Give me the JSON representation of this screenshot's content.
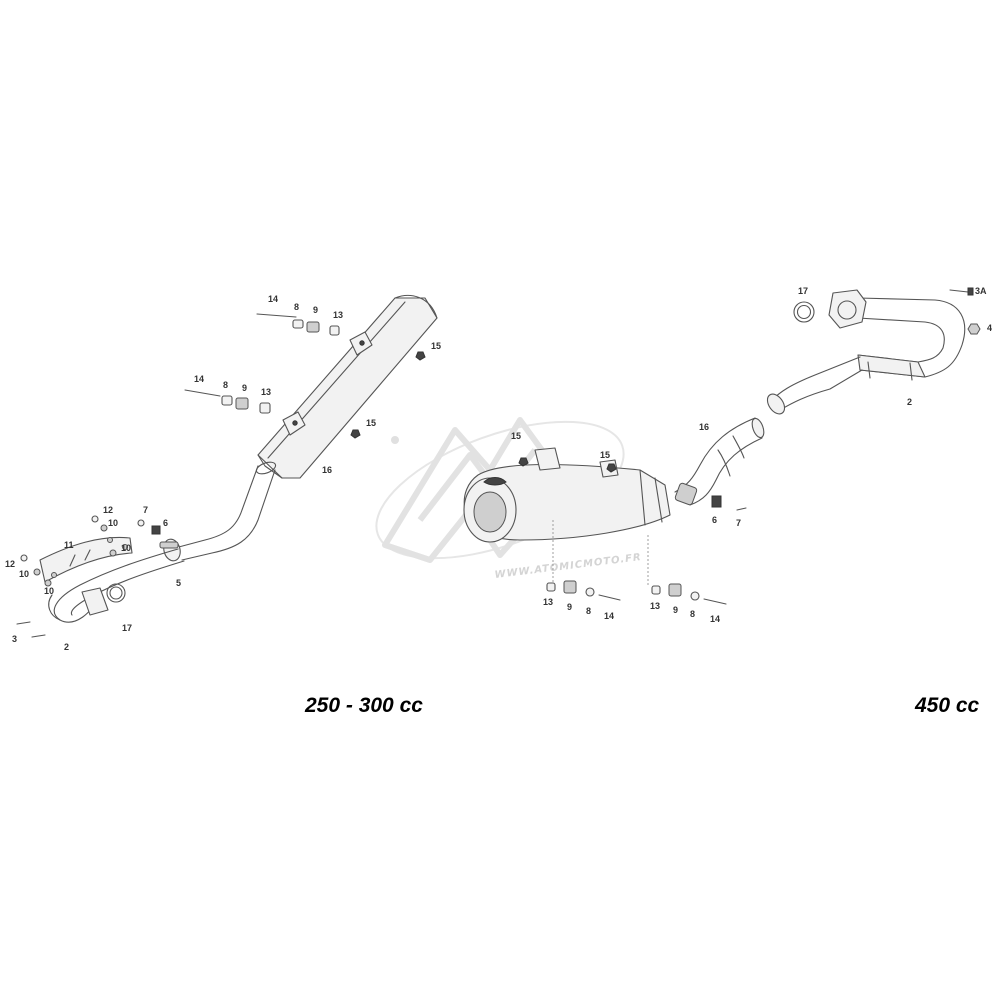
{
  "captions": {
    "left_variant": "250 - 300 cc",
    "right_variant": "450 cc"
  },
  "watermark": {
    "text": "WWW.ATOMICMOTO.FR"
  },
  "callouts": {
    "left": {
      "c14a": "14",
      "c8a": "8",
      "c9a": "9",
      "c13a": "13",
      "c15a": "15",
      "c14b": "14",
      "c8b": "8",
      "c9b": "9",
      "c13b": "13",
      "c15b": "15",
      "c16": "16",
      "c12a": "12",
      "c10a": "10",
      "c7": "7",
      "c6": "6",
      "c10b": "10",
      "c11": "11",
      "c12b": "12",
      "c10c": "10",
      "c10d": "10",
      "c5": "5",
      "c17": "17",
      "c3": "3",
      "c2": "2"
    },
    "right": {
      "c17": "17",
      "c3A": "3A",
      "c4": "4",
      "c2": "2",
      "c16": "16",
      "c15a": "15",
      "c15b": "15",
      "c6": "6",
      "c7": "7",
      "c13a": "13",
      "c9a": "9",
      "c8a": "8",
      "c14a": "14",
      "c13b": "13",
      "c9b": "9",
      "c8b": "8",
      "c14b": "14"
    }
  }
}
